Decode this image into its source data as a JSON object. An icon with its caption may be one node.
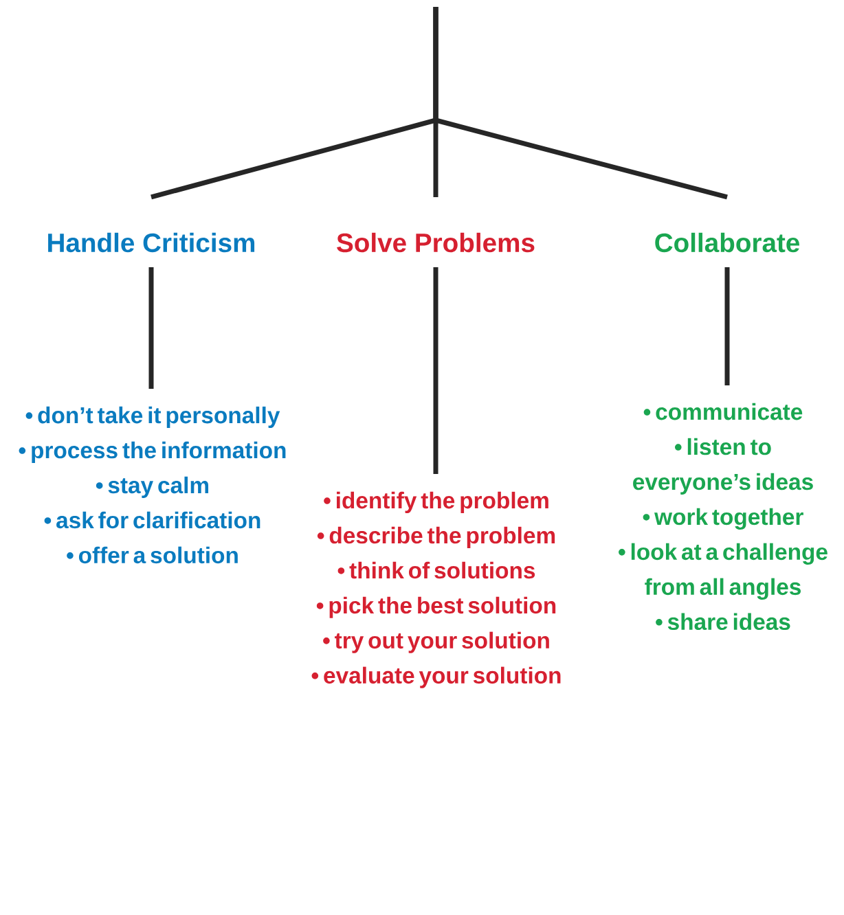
{
  "diagram": {
    "nodes": [
      {
        "text": [
          "Handle Criticism"
        ]
      },
      {
        "text": [
          "Solve Problems"
        ]
      },
      {
        "text": [
          "Collaborate"
        ]
      },
      {
        "text": [
          "• don’t take it personally",
          "• process the information",
          "• stay calm",
          "• ask for clarification",
          "• offer a solution"
        ]
      },
      {
        "text": [
          "• identify the problem",
          "• describe the problem",
          "• think of solutions",
          "• pick the best solution",
          "• try out your solution",
          "• evaluate your solution"
        ]
      },
      {
        "text": [
          "• communicate",
          "• listen to everyone’s ideas",
          "• work together",
          "• look at a challenge from all angles",
          "• share ideas"
        ]
      }
    ],
    "edges": [
      {
        "from": null,
        "to": 0,
        "arrow": "none"
      },
      {
        "from": null,
        "to": 1,
        "arrow": "none"
      },
      {
        "from": null,
        "to": 2,
        "arrow": "none"
      },
      {
        "from": 0,
        "to": 3,
        "arrow": "none"
      },
      {
        "from": 1,
        "to": 4,
        "arrow": "none"
      },
      {
        "from": 2,
        "to": 5,
        "arrow": "none"
      }
    ]
  }
}
